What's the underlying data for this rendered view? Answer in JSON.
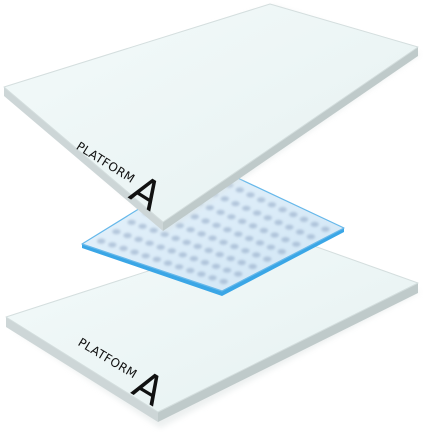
{
  "platforms": [
    {
      "word": "PLATFORM",
      "letter": "A"
    },
    {
      "word": "PLATFORM",
      "letter": "A"
    }
  ],
  "colors": {
    "platform_top": "#eef7f7",
    "platform_edge": "#c9d3d4",
    "plate_blue": "#3aa6e6",
    "well": "#7f97b8",
    "ink": "#111111"
  }
}
